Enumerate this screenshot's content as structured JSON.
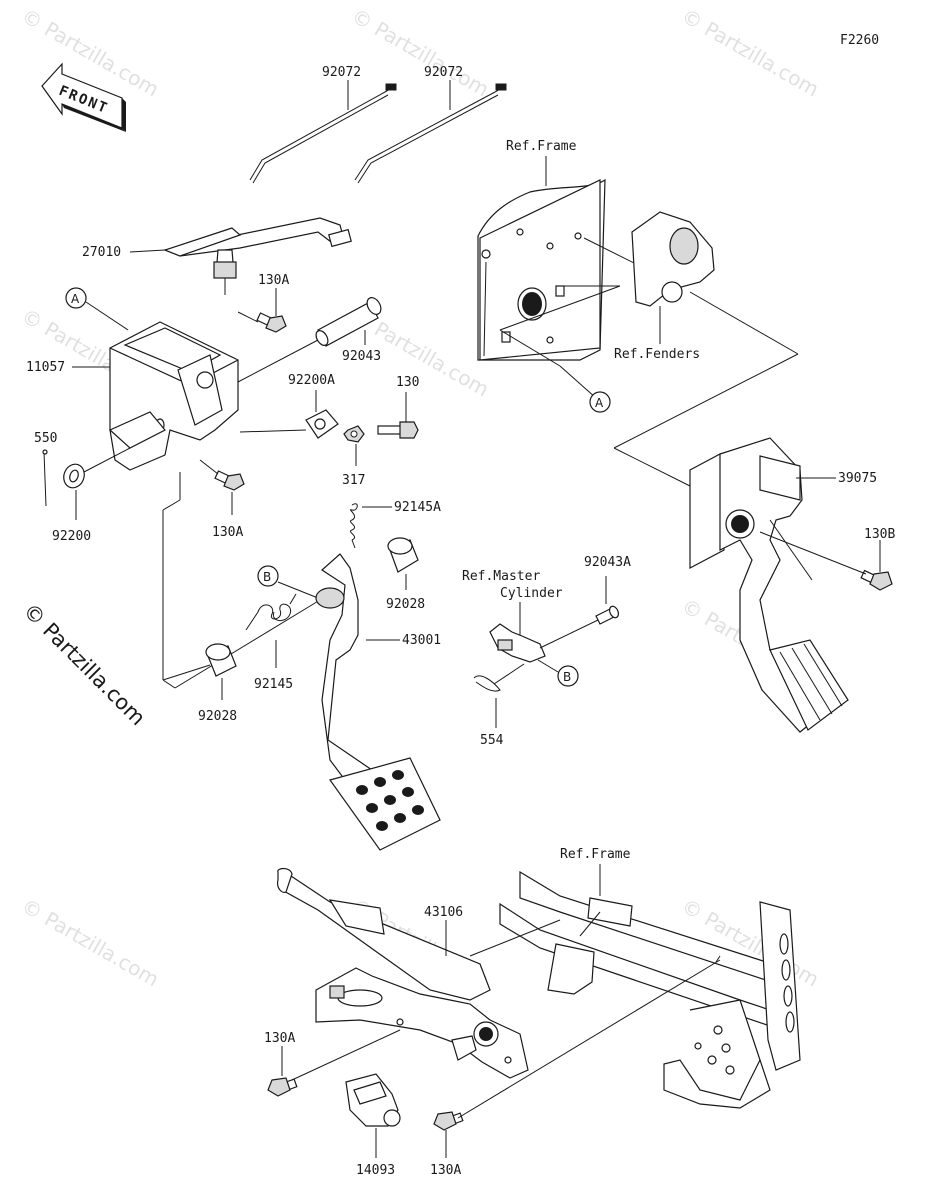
{
  "diagram_code": "F2260",
  "front_label": "FRONT",
  "watermarks": [
    "© Partzilla.com",
    "© Partzilla.com",
    "© Partzilla.com",
    "© Partzilla.com",
    "© Partzilla.com",
    "© Partzilla.com",
    "© Partzilla.com",
    "© Partzilla.com",
    "© Partzilla.com"
  ],
  "side_watermark": "© Partzilla.com",
  "refs": {
    "frame_top": "Ref.Frame",
    "fenders": "Ref.Fenders",
    "master_cylinder_1": "Ref.Master",
    "master_cylinder_2": "Cylinder",
    "frame_bottom": "Ref.Frame"
  },
  "callouts": {
    "a1": "A",
    "a2": "A",
    "b1": "B",
    "b2": "B"
  },
  "parts": {
    "p92072_left": "92072",
    "p92072_right": "92072",
    "p27010": "27010",
    "p130A_1": "130A",
    "p11057": "11057",
    "p92043": "92043",
    "p92200A": "92200A",
    "p130": "130",
    "p550": "550",
    "p92200": "92200",
    "p130A_2": "130A",
    "p317": "317",
    "p92145A": "92145A",
    "p92028_1": "92028",
    "p43001": "43001",
    "p92145": "92145",
    "p92028_2": "92028",
    "p92043A": "92043A",
    "p554": "554",
    "p39075": "39075",
    "p130B": "130B",
    "p43106": "43106",
    "p130A_3": "130A",
    "p14093": "14093",
    "p130A_4": "130A"
  }
}
